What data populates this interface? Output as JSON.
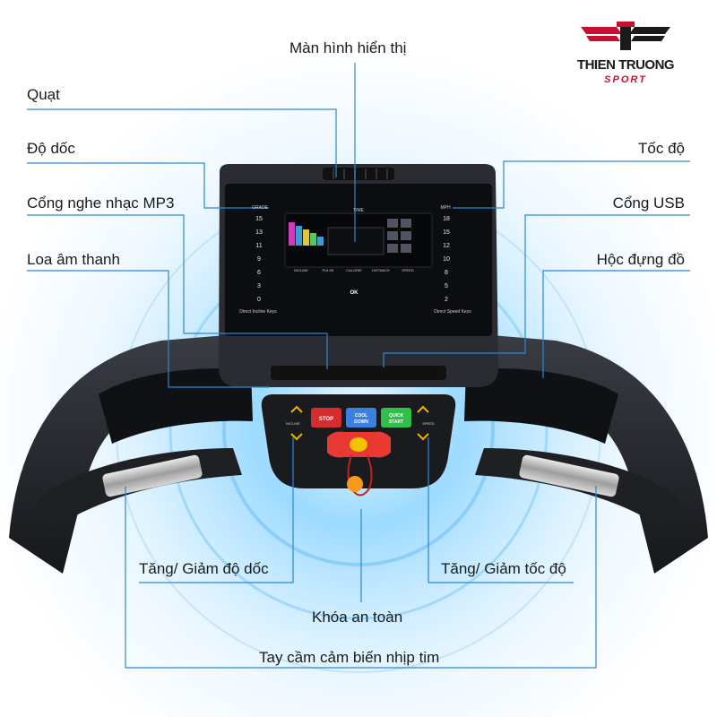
{
  "brand": {
    "name": "THIEN TRUONG",
    "sub": "SPORT"
  },
  "labels": {
    "display": "Màn hình hiển thị",
    "fan": "Quạt",
    "incline": "Độ dốc",
    "mp3": "Cổng nghe nhạc MP3",
    "speaker": "Loa âm thanh",
    "speed": "Tốc độ",
    "usb": "Cổng USB",
    "storage": "Hộc đựng đồ",
    "incline_keys": "Tăng/ Giảm độ dốc",
    "speed_keys": "Tăng/ Giảm tốc độ",
    "safety_key": "Khóa an toàn",
    "heart_rate": "Tay cầm cảm biến nhịp tim"
  },
  "console": {
    "grade_title": "GRADE",
    "grade_values": [
      "15",
      "13",
      "11",
      "9",
      "6",
      "3",
      "0"
    ],
    "incline_footer": "Direct Incline Keys",
    "speed_title": "MPH",
    "speed_values": [
      "18",
      "15",
      "12",
      "10",
      "8",
      "5",
      "2"
    ],
    "speed_footer": "Direct Speed Keys",
    "time_label": "TIME",
    "metrics": [
      "INCLINE",
      "PULSE",
      "CALORIE",
      "DISTANCE",
      "SPEED"
    ],
    "ok": "OK",
    "stop": "STOP",
    "cool_down": [
      "COOL",
      "DOWN"
    ],
    "quick_start": [
      "QUICK",
      "START"
    ],
    "incline_side": "INCLINE",
    "speed_side": "SPEED"
  },
  "colors": {
    "accent_blue": "#2e86d6",
    "stop_red": "#d42d2d",
    "cool_blue": "#3b7fe0",
    "start_green": "#2fbf4a",
    "safety": "#f39c12"
  }
}
